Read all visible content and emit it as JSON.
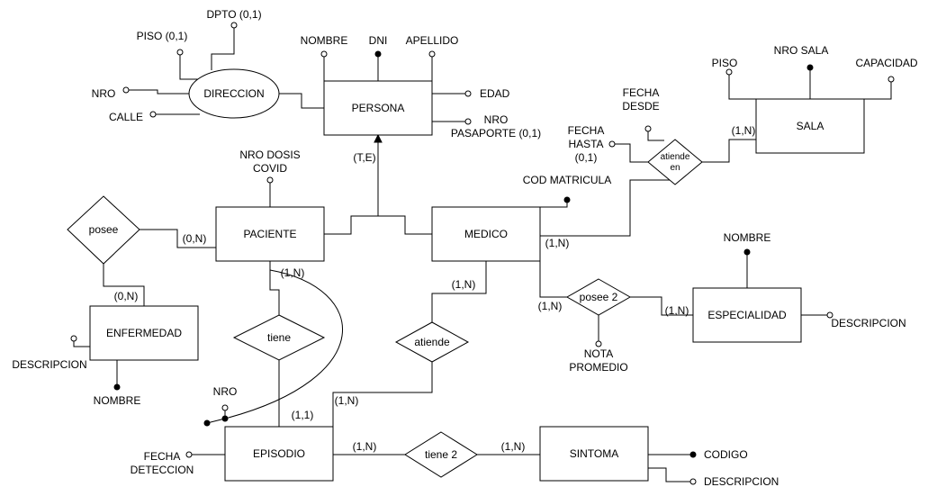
{
  "entities": {
    "persona": "PERSONA",
    "paciente": "PACIENTE",
    "medico": "MEDICO",
    "enfermedad": "ENFERMEDAD",
    "episodio": "EPISODIO",
    "sintoma": "SINTOMA",
    "sala": "SALA",
    "especialidad": "ESPECIALIDAD",
    "direccion": "DIRECCION"
  },
  "relationships": {
    "posee": "posee",
    "tiene": "tiene",
    "atiende": "atiende",
    "atiende_en": [
      "atiende",
      "en"
    ],
    "posee2": "posee 2",
    "tiene2": "tiene 2"
  },
  "attributes": {
    "dpto": "DPTO (0,1)",
    "piso_dir": "PISO (0,1)",
    "nro_dir": "NRO",
    "calle": "CALLE",
    "nombre": "NOMBRE",
    "dni": "DNI",
    "apellido": "APELLIDO",
    "edad": "EDAD",
    "nro_pasaporte": [
      "NRO",
      "PASAPORTE (0,1)"
    ],
    "piso_sala": "PISO",
    "nro_sala": "NRO SALA",
    "capacidad": "CAPACIDAD",
    "fecha_desde": [
      "FECHA",
      "DESDE"
    ],
    "fecha_hasta": [
      "FECHA",
      "HASTA",
      "(0,1)"
    ],
    "cod_matricula": "COD MATRICULA",
    "nro_dosis": [
      "NRO DOSIS",
      "COVID"
    ],
    "nombre_especialidad": "NOMBRE",
    "descripcion_especialidad": "DESCRIPCION",
    "nota_promedio": [
      "NOTA",
      "PROMEDIO"
    ],
    "descripcion_enfermedad": "DESCRIPCION",
    "nombre_enfermedad": "NOMBRE",
    "nro_episodio": "NRO",
    "fecha_deteccion": [
      "FECHA",
      "DETECCION"
    ],
    "codigo": "CODIGO",
    "descripcion_sintoma": "DESCRIPCION"
  },
  "cardinalities": {
    "especializacion": "(T,E)",
    "paciente_posee": "(0,N)",
    "enfermedad_posee": "(0,N)",
    "paciente_tiene": "(1,N)",
    "episodio_tiene": "(1,1)",
    "medico_atiende": "(1,N)",
    "episodio_atiende": "(1,N)",
    "medico_sala": "(1,N)",
    "sala_atiende_en": "(1,N)",
    "medico_posee2": "(1,N)",
    "especialidad_posee2": "(1,N)",
    "episodio_tiene2": "(1,N)",
    "sintoma_tiene2": "(1,N)"
  }
}
